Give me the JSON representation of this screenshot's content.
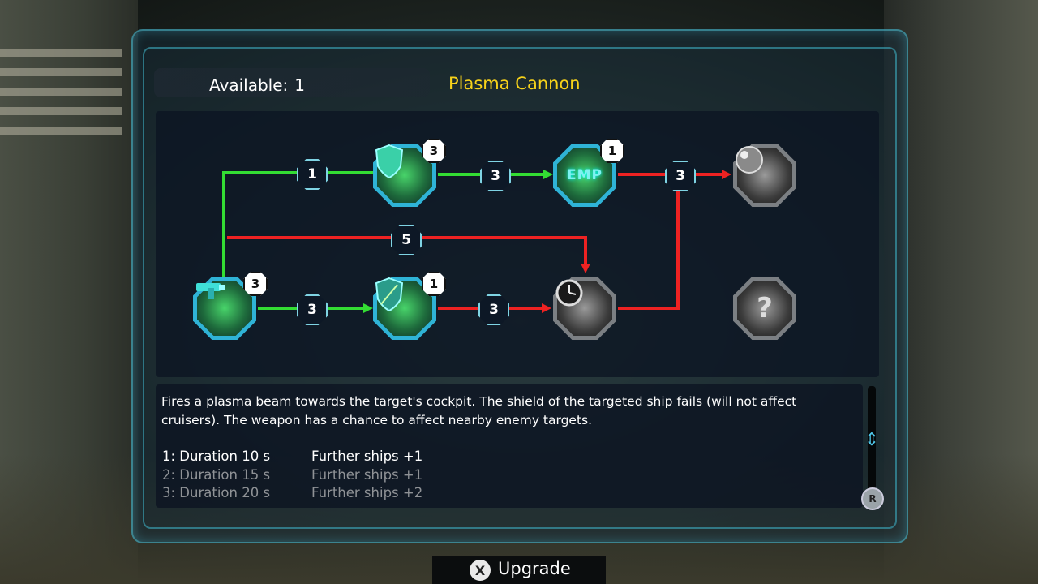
{
  "header": {
    "available_label": "Available:",
    "available_value": "1",
    "title": "Plasma Cannon"
  },
  "colors": {
    "title": "#f7d21a",
    "path_unlocked": "#33dd33",
    "path_locked": "#ee2222",
    "node_border": "#2fb3d6"
  },
  "tree": {
    "nodes": [
      {
        "id": "plasma-cannon",
        "icon": "cannon-icon",
        "state": "active",
        "level_badge": "3"
      },
      {
        "id": "shield-upgrade",
        "icon": "shield-icon",
        "state": "active",
        "level_badge": "3"
      },
      {
        "id": "emp-upgrade",
        "icon": "emp-icon",
        "glyph": "EMP",
        "state": "active",
        "level_badge": "1"
      },
      {
        "id": "sphere-upgrade",
        "icon": "sphere-icon",
        "state": "locked"
      },
      {
        "id": "shield-crack-upgrade",
        "icon": "cracked-shield-icon",
        "state": "active",
        "level_badge": "1"
      },
      {
        "id": "timer-upgrade",
        "icon": "clock-icon",
        "state": "locked"
      },
      {
        "id": "unknown-upgrade",
        "icon": "question-icon",
        "glyph": "?",
        "state": "locked"
      }
    ],
    "costs": {
      "top_1": "1",
      "top_2": "3",
      "top_3": "3",
      "mid": "5",
      "bottom_1": "3",
      "bottom_2": "3"
    }
  },
  "description": {
    "text": "Fires a plasma beam towards the target's cockpit. The shield of the targeted ship fails (will not affect cruisers). The weapon has a chance to affect nearby enemy targets.",
    "levels": [
      {
        "duration": "1: Duration 10 s",
        "effect": "Further ships +1",
        "current": true
      },
      {
        "duration": "2: Duration 15 s",
        "effect": "Further ships +1",
        "current": false
      },
      {
        "duration": "3: Duration 20 s",
        "effect": "Further ships +2",
        "current": false
      }
    ]
  },
  "controls": {
    "scroll_button": "R",
    "confirm_button": "X",
    "upgrade_label": "Upgrade"
  }
}
